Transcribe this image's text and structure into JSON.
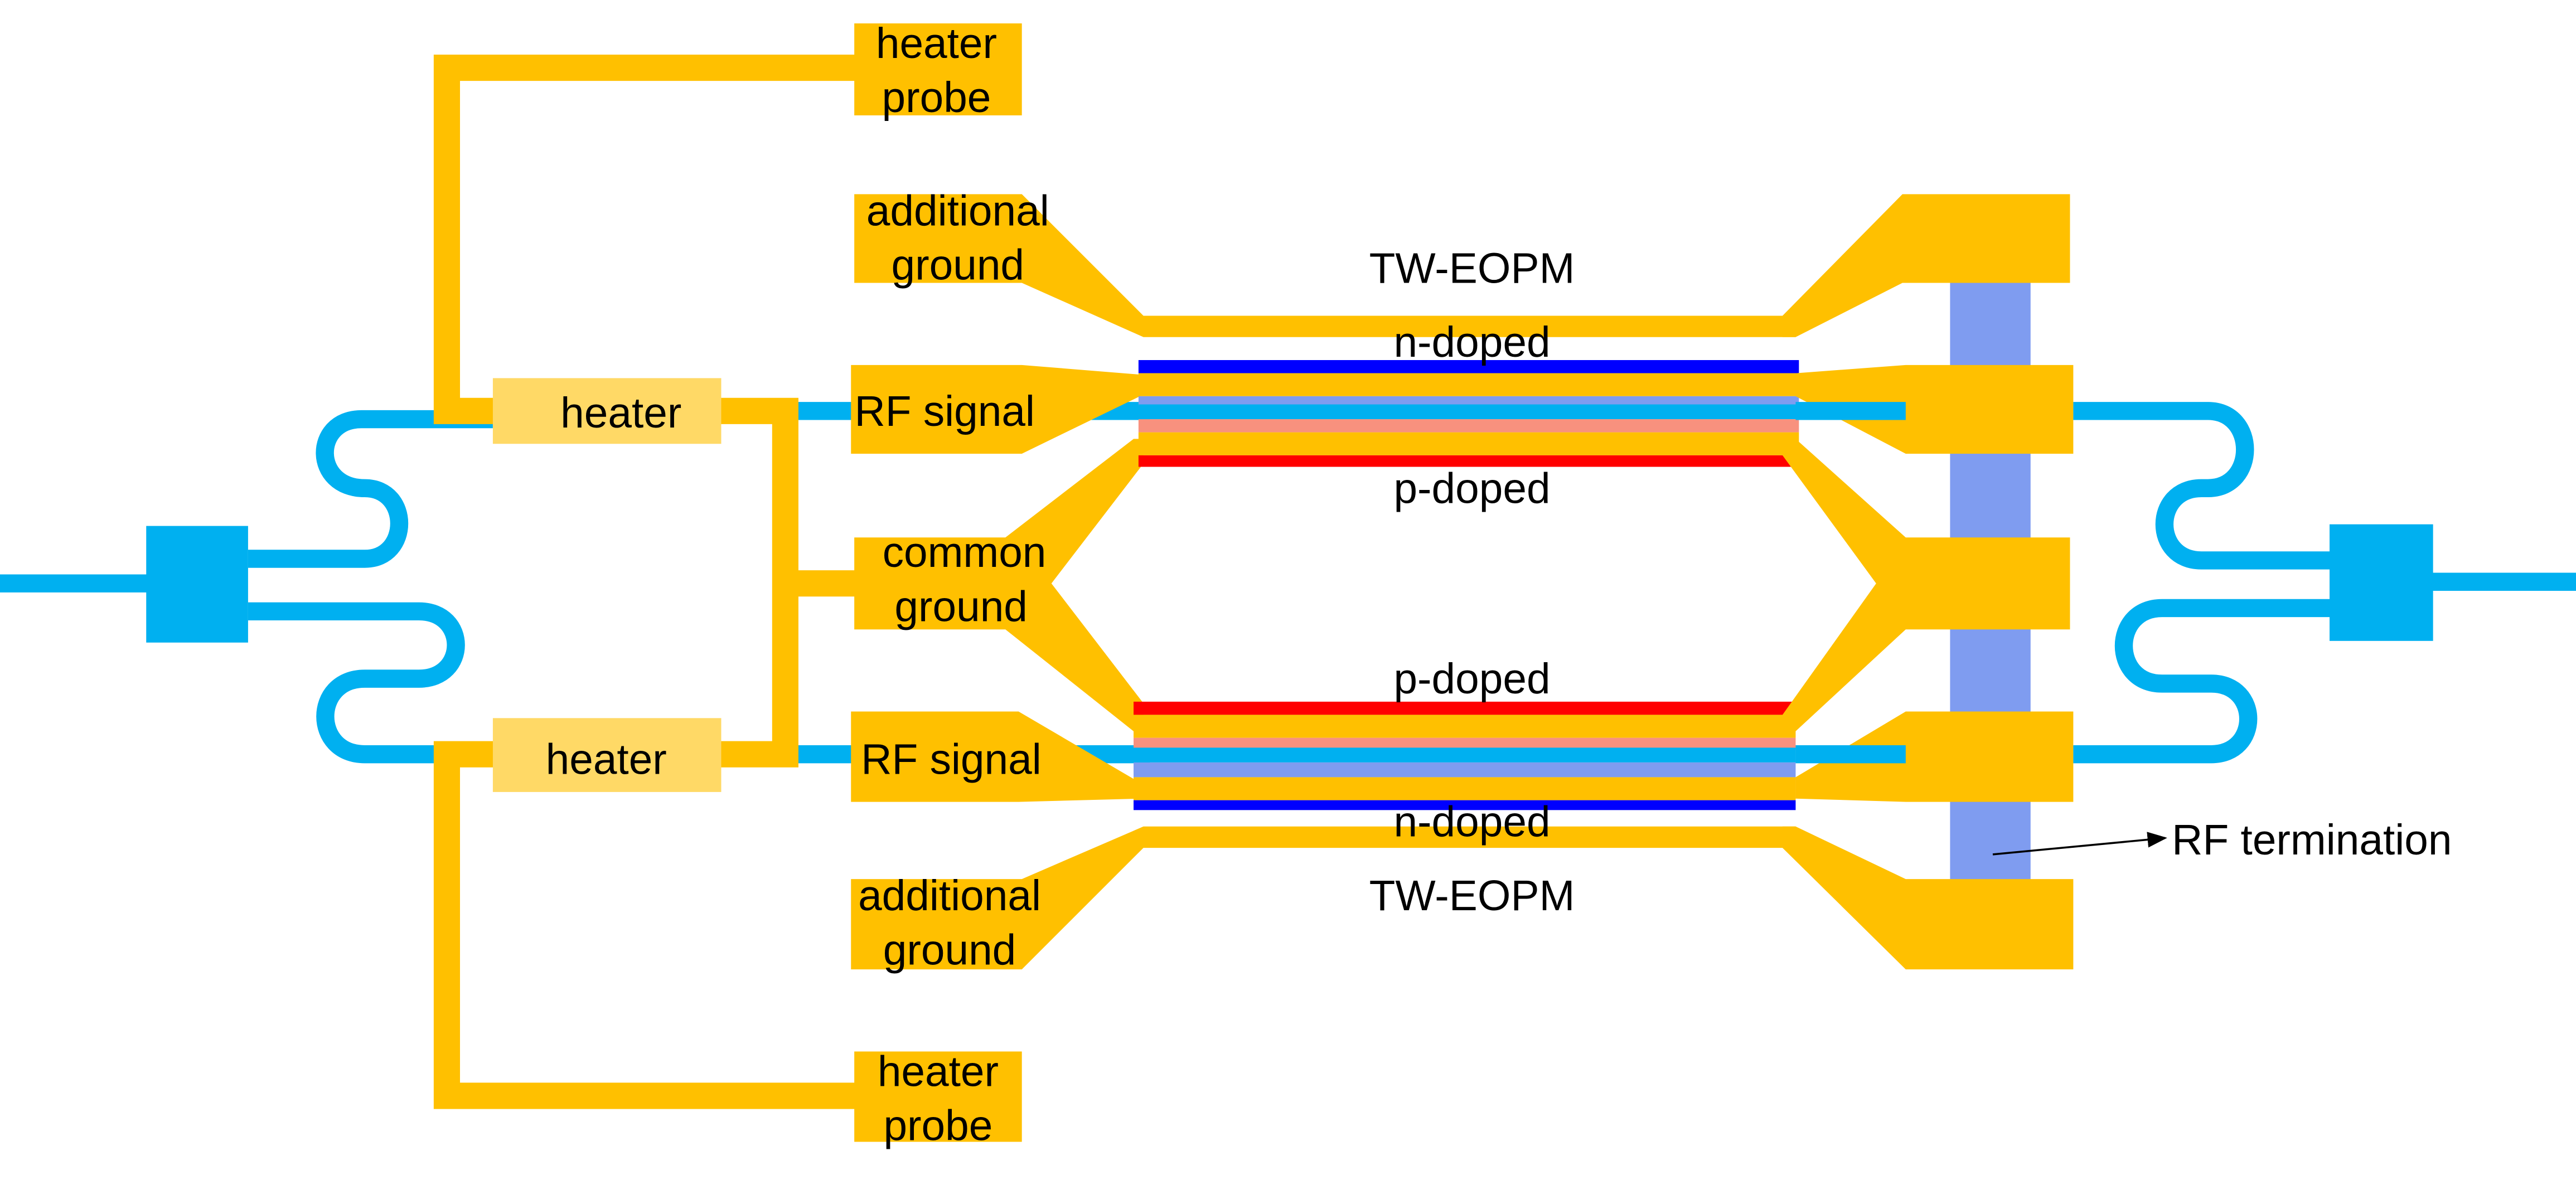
{
  "colors": {
    "metal": "#FFC000",
    "heater": "#FFD966",
    "waveguide": "#00B0F0",
    "n_doped": "#0000FF",
    "p_doped": "#FF0000",
    "rib_upper": "#7F9CF0",
    "rib_lower": "#F8917E",
    "termination": "#7F9CF0",
    "text": "#000000"
  },
  "labels": {
    "heater_probe_top_line1": "heater",
    "heater_probe_top_line2": "probe",
    "heater_probe_bottom_line1": "heater",
    "heater_probe_bottom_line2": "probe",
    "additional_ground_top_line1": "additional",
    "additional_ground_top_line2": "ground",
    "additional_ground_bottom_line1": "additional",
    "additional_ground_bottom_line2": "ground",
    "rf_signal_top": "RF signal",
    "rf_signal_bottom": "RF signal",
    "common_ground_line1": "common",
    "common_ground_line2": "ground",
    "heater_top": "heater",
    "heater_bottom": "heater",
    "tw_eopm_top": "TW-EOPM",
    "tw_eopm_bottom": "TW-EOPM",
    "n_doped_top": "n-doped",
    "p_doped_top": "p-doped",
    "p_doped_bottom": "p-doped",
    "n_doped_bottom": "n-doped",
    "rf_termination": "RF termination"
  }
}
